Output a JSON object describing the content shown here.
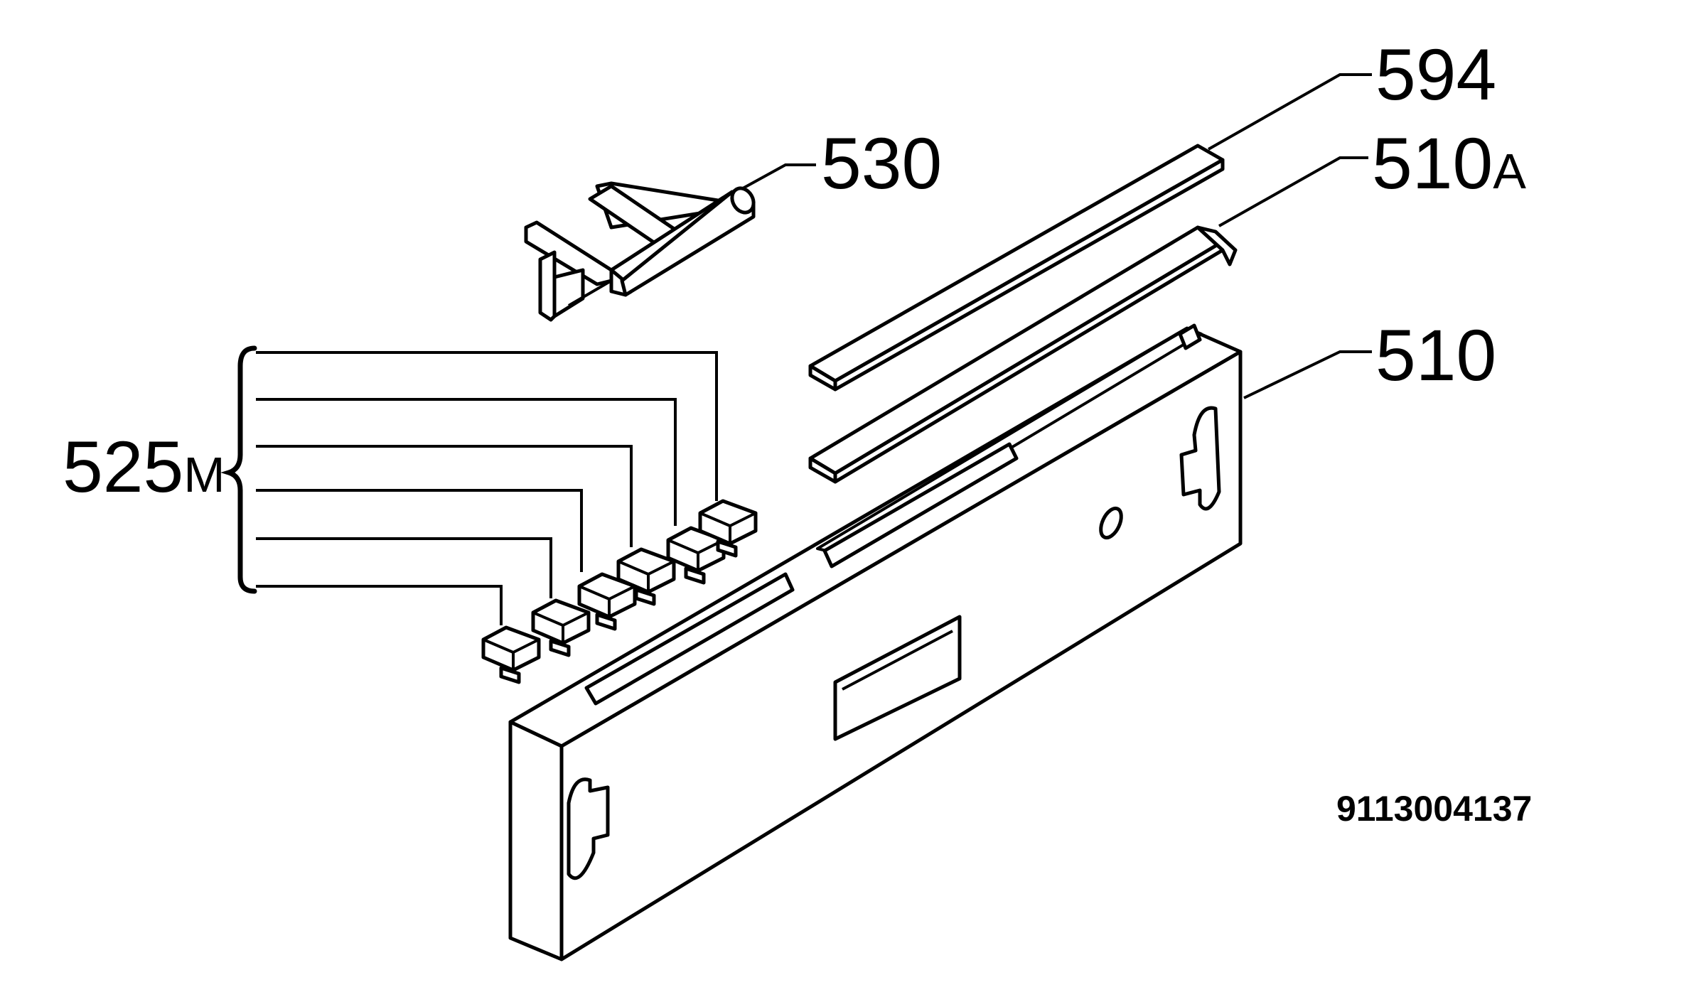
{
  "diagram": {
    "drawing_number": "9113004137",
    "callouts": {
      "p594": {
        "number": "594",
        "suffix": ""
      },
      "p530": {
        "number": "530",
        "suffix": ""
      },
      "p510a": {
        "number": "510",
        "suffix": "A"
      },
      "p510": {
        "number": "510",
        "suffix": ""
      },
      "p525m": {
        "number": "525",
        "suffix": "M"
      }
    },
    "colors": {
      "line": "#000000",
      "background": "#ffffff"
    }
  }
}
